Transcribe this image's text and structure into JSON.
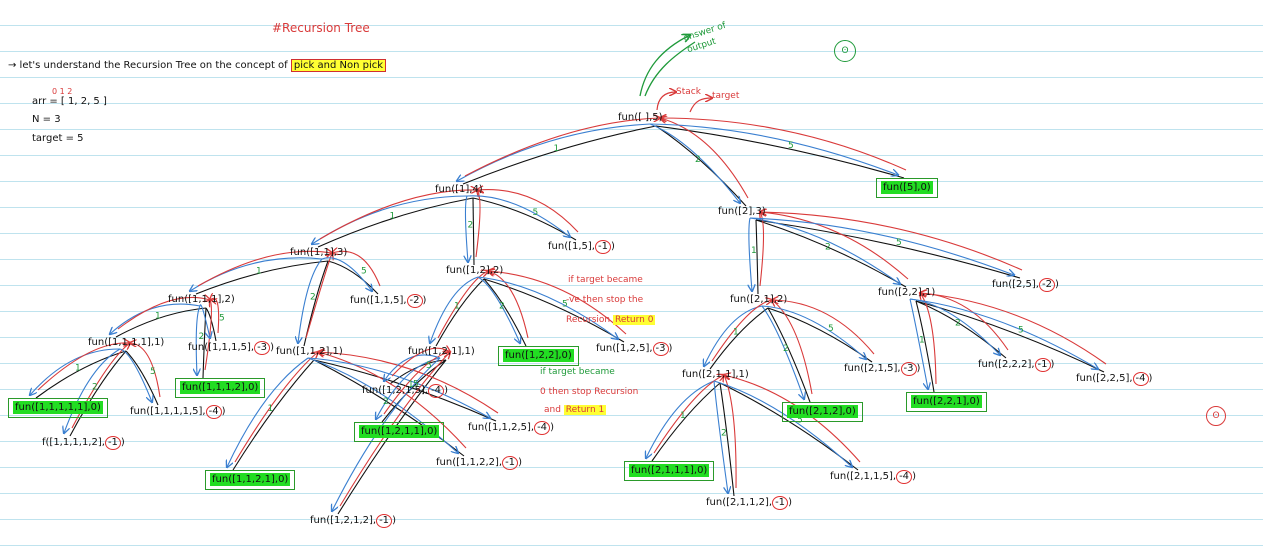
{
  "title": "#Recursion Tree",
  "intro": {
    "text": "→ let's understand the Recursion Tree on the concept of",
    "highlight": "pick and Non pick"
  },
  "inputs": {
    "indices": "0 1 2",
    "arr": "arr = [ 1, 2, 5 ]",
    "n": "N = 3",
    "target": "target = 5"
  },
  "annotations": {
    "answer_of_output": "answer of output",
    "stack": "Stack",
    "target_label": "target",
    "rule_negative": [
      "if target became",
      "-ve then stop the",
      "Recursion Return 0"
    ],
    "rule_negative_highlight": "Return 0",
    "rule_zero": [
      "if target became",
      "0 then stop Recursion",
      "and Return 1"
    ],
    "rule_zero_highlight": "Return 1"
  },
  "colors": {
    "call_arrow": "#3a7fd0",
    "return_arrow": "#d93a3a",
    "edge": "#111111",
    "success_highlight": "#22dd22",
    "note_highlight": "#ffff33",
    "title": "#d93a3a",
    "edge_label": "#1f9a3a"
  },
  "nodes": [
    {
      "id": "root",
      "label": "fun([ ],5)",
      "value": ""
    },
    {
      "id": "n1",
      "label": "fun([1],4)",
      "value": ""
    },
    {
      "id": "n2",
      "label": "fun([2],3)",
      "value": ""
    },
    {
      "id": "n3",
      "label": "fun([5],0)",
      "value": "",
      "success": true
    },
    {
      "id": "n11",
      "label": "fun([1,1],3)",
      "value": ""
    },
    {
      "id": "n12",
      "label": "fun([1,2],2)",
      "value": ""
    },
    {
      "id": "n13",
      "label": "fun([1,5],",
      "value": "-1"
    },
    {
      "id": "n111",
      "label": "fun([1,1,1],2)",
      "value": ""
    },
    {
      "id": "n112",
      "label": "fun([1,1,2],1)",
      "value": ""
    },
    {
      "id": "n113",
      "label": "fun([1,1,5],",
      "value": "-2"
    },
    {
      "id": "n1111",
      "label": "fun([1,1,1,1],1)",
      "value": ""
    },
    {
      "id": "n1112",
      "label": "fun([1,1,1,2],0)",
      "value": "",
      "success": true
    },
    {
      "id": "n1113",
      "label": "fun([1,1,1,5],",
      "value": "-3"
    },
    {
      "id": "n11111",
      "label": "fun([1,1,1,1,1],0)",
      "value": "",
      "success": true
    },
    {
      "id": "n11112",
      "label": "f([1,1,1,1,2],",
      "value": "-1"
    },
    {
      "id": "n11115",
      "label": "fun([1,1,1,1,5],",
      "value": "-4"
    },
    {
      "id": "n1121",
      "label": "fun([1,1,2,1],0)",
      "value": "",
      "success": true
    },
    {
      "id": "n1122",
      "label": "fun([1,1,2,2],",
      "value": "-1"
    },
    {
      "id": "n1125",
      "label": "fun([1,1,2,5],",
      "value": "-4"
    },
    {
      "id": "n121",
      "label": "fun([1,2,1],1)",
      "value": ""
    },
    {
      "id": "n122",
      "label": "fun([1,2,2],0)",
      "value": "",
      "success": true
    },
    {
      "id": "n125",
      "label": "fun([1,2,5],",
      "value": "-3"
    },
    {
      "id": "n1211",
      "label": "fun([1,2,1,1],0)",
      "value": "",
      "success": true
    },
    {
      "id": "n1212",
      "label": "fun([1,2,1,2],",
      "value": "-1"
    },
    {
      "id": "n1215",
      "label": "fun([1,2,1,5],",
      "value": "-4"
    },
    {
      "id": "n21",
      "label": "fun([2,1],2)",
      "value": ""
    },
    {
      "id": "n22",
      "label": "fun([2,2],1)",
      "value": ""
    },
    {
      "id": "n25",
      "label": "fun([2,5],",
      "value": "-2"
    },
    {
      "id": "n211",
      "label": "fun([2,1,1],1)",
      "value": ""
    },
    {
      "id": "n212",
      "label": "fun([2,1,2],0)",
      "value": "",
      "success": true
    },
    {
      "id": "n215",
      "label": "fun([2,1,5],",
      "value": "-3"
    },
    {
      "id": "n2111",
      "label": "fun([2,1,1,1],0)",
      "value": "",
      "success": true
    },
    {
      "id": "n2112",
      "label": "fun([2,1,1,2],",
      "value": "-1"
    },
    {
      "id": "n2115",
      "label": "fun([2,1,1,5],",
      "value": "-4"
    },
    {
      "id": "n221",
      "label": "fun([2,2,1],0)",
      "value": "",
      "success": true
    },
    {
      "id": "n222",
      "label": "fun([2,2,2],",
      "value": "-1"
    },
    {
      "id": "n225",
      "label": "fun([2,2,5],",
      "value": "-4"
    }
  ],
  "edge_labels": [
    "1",
    "2",
    "5"
  ]
}
